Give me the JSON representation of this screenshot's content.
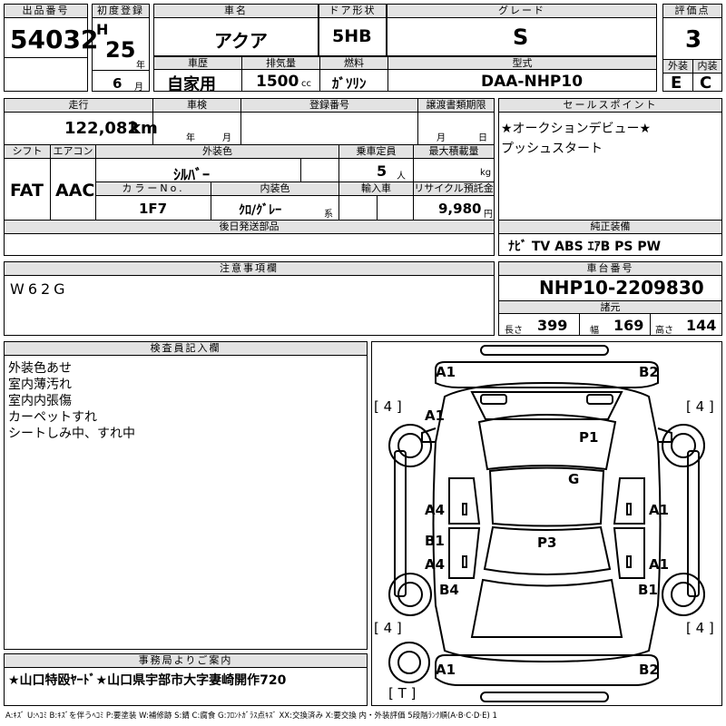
{
  "header": {
    "lot_label": "出品番号",
    "lot_number": "54032",
    "first_reg_label": "初度登録",
    "era_letter": "H",
    "year": "25",
    "year_unit": "年",
    "month": "6",
    "month_unit": "月",
    "car_name_label": "車名",
    "car_name": "アクア",
    "door_label": "ドア形状",
    "door": "5HB",
    "grade_label": "グレード",
    "grade": "S",
    "score_label": "評価点",
    "score": "3",
    "history_label": "車歴",
    "history": "自家用",
    "displacement_label": "排気量",
    "displacement": "1500",
    "displacement_unit": "cc",
    "fuel_label": "燃料",
    "fuel": "ｶﾞｿﾘﾝ",
    "model_label": "型式",
    "model": "DAA-NHP10",
    "exterior_label": "外装",
    "exterior_grade": "E",
    "interior_label": "内装",
    "interior_grade": "C"
  },
  "row2": {
    "mileage_label": "走行",
    "mileage": "122,082",
    "mileage_unit": "km",
    "inspection_label": "車検",
    "inspection_year_unit": "年",
    "inspection_month_unit": "月",
    "reg_number_label": "登録番号",
    "transfer_label": "譲渡書類期限",
    "transfer_month_unit": "月",
    "transfer_day_unit": "日",
    "shift_label": "シフト",
    "shift": "FAT",
    "ac_label": "エアコン",
    "ac": "AAC",
    "color_label": "外装色",
    "color": "ｼﾙﾊﾞｰ",
    "capacity_label": "乗車定員",
    "capacity": "5",
    "capacity_unit": "人",
    "maxload_label": "最大積載量",
    "maxload_unit": "kg",
    "color_no_label": "カラーNo.",
    "color_no": "1F7",
    "interior_color_label": "内装色",
    "interior_color": "ｸﾛ/ｸﾞﾚｰ",
    "interior_color_unit": "系",
    "import_label": "輸入車",
    "recycle_label": "リサイクル預託金",
    "recycle": "9,980",
    "recycle_unit": "円",
    "later_parts_label": "後日発送部品"
  },
  "sales_points": {
    "label": "セールスポイント",
    "lines": [
      "★オークションデビュー★",
      "プッシュスタート"
    ]
  },
  "equipment": {
    "label": "純正装備",
    "items": "ﾅﾋﾞ  TV  ABS ｴｱB PS PW"
  },
  "notes": {
    "label": "注意事項欄",
    "text": "W62G"
  },
  "chassis": {
    "label": "車台番号",
    "number": "NHP10-2209830",
    "specs_label": "諸元",
    "length_label": "長さ",
    "length": "399",
    "width_label": "幅",
    "width": "169",
    "height_label": "高さ",
    "height": "144"
  },
  "inspector": {
    "label": "検査員記入欄",
    "lines": [
      "外装色あせ",
      "室内薄汚れ",
      "室内内張傷",
      "カーペットすれ",
      "シートしみ中、すれ中"
    ]
  },
  "office": {
    "label": "事務局よりご案内",
    "text": "★山口特殴ﾔｰﾄﾞ★山口県宇部市大字妻崎開作720"
  },
  "diagram": {
    "marks": {
      "front_left": "A1",
      "front_right": "B2",
      "hood_left": "A1",
      "roof": "P1",
      "glass": "G",
      "door_left_front": "A4",
      "door_right_front": "A1",
      "door_left_rear_b": "B1",
      "door_left_rear_a": "A4",
      "seat": "P3",
      "door_right_rear": "A1",
      "rear_left": "B4",
      "rear_right": "B1",
      "bottom_left": "A1",
      "bottom_right": "B2",
      "tire_fl": "[ 4 ]",
      "tire_fr": "[ 4 ]",
      "tire_rl": "[ 4 ]",
      "tire_rr": "[ 4 ]",
      "trunk": "[ T ]"
    }
  },
  "legend": "A:ｷｽﾞ U:ﾍｺﾐ B:ｷｽﾞを伴うﾍｺﾐ P:要塗装 W:補修跡 S:錆 C:腐食 G:ﾌﾛﾝﾄｶﾞﾗｽ点ｷｽﾞ XX:交換済み X:要交換  内・外装評価 5段階ﾗﾝｸ順(A·B·C·D·E) 1"
}
